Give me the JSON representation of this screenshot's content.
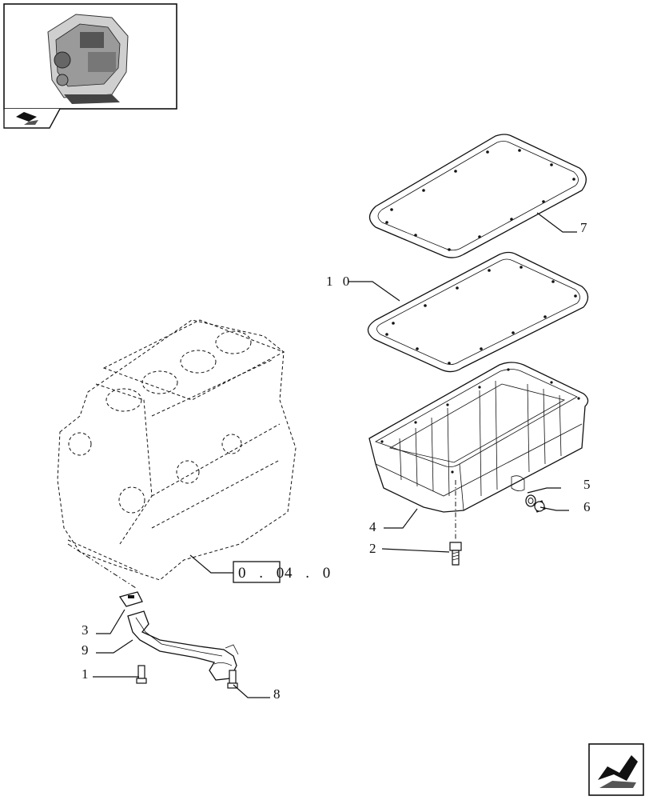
{
  "reference_box": {
    "boxed": "0 . 0",
    "suffix": "4 . 0"
  },
  "callouts": {
    "c1": "1",
    "c2": "2",
    "c3": "3",
    "c4": "4",
    "c5": "5",
    "c6": "6",
    "c7": "7",
    "c8": "8",
    "c9": "9",
    "c10": "1 0"
  },
  "icons": {
    "thumbnail": "engine-thumbnail-icon",
    "tab": "book-arrow-icon",
    "nav": "next-page-arrow-icon"
  }
}
